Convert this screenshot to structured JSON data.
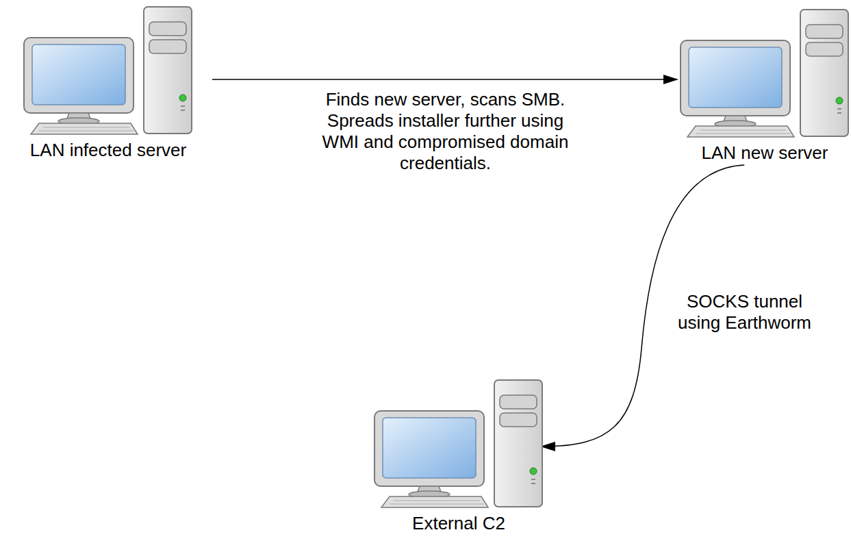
{
  "diagram": {
    "nodes": [
      {
        "text": [
          "LAN infected server"
        ]
      },
      {
        "text": [
          "LAN new server"
        ]
      },
      {
        "text": [
          "External C2"
        ]
      }
    ],
    "edges": [
      {
        "from": 0,
        "to": 1,
        "arrow": "to",
        "label": "Finds new server, scans SMB. Spreads installer further using WMI and compromised domain credentials."
      },
      {
        "from": 1,
        "to": 2,
        "arrow": "to",
        "label": "SOCKS tunnel using Earthworm"
      }
    ]
  }
}
